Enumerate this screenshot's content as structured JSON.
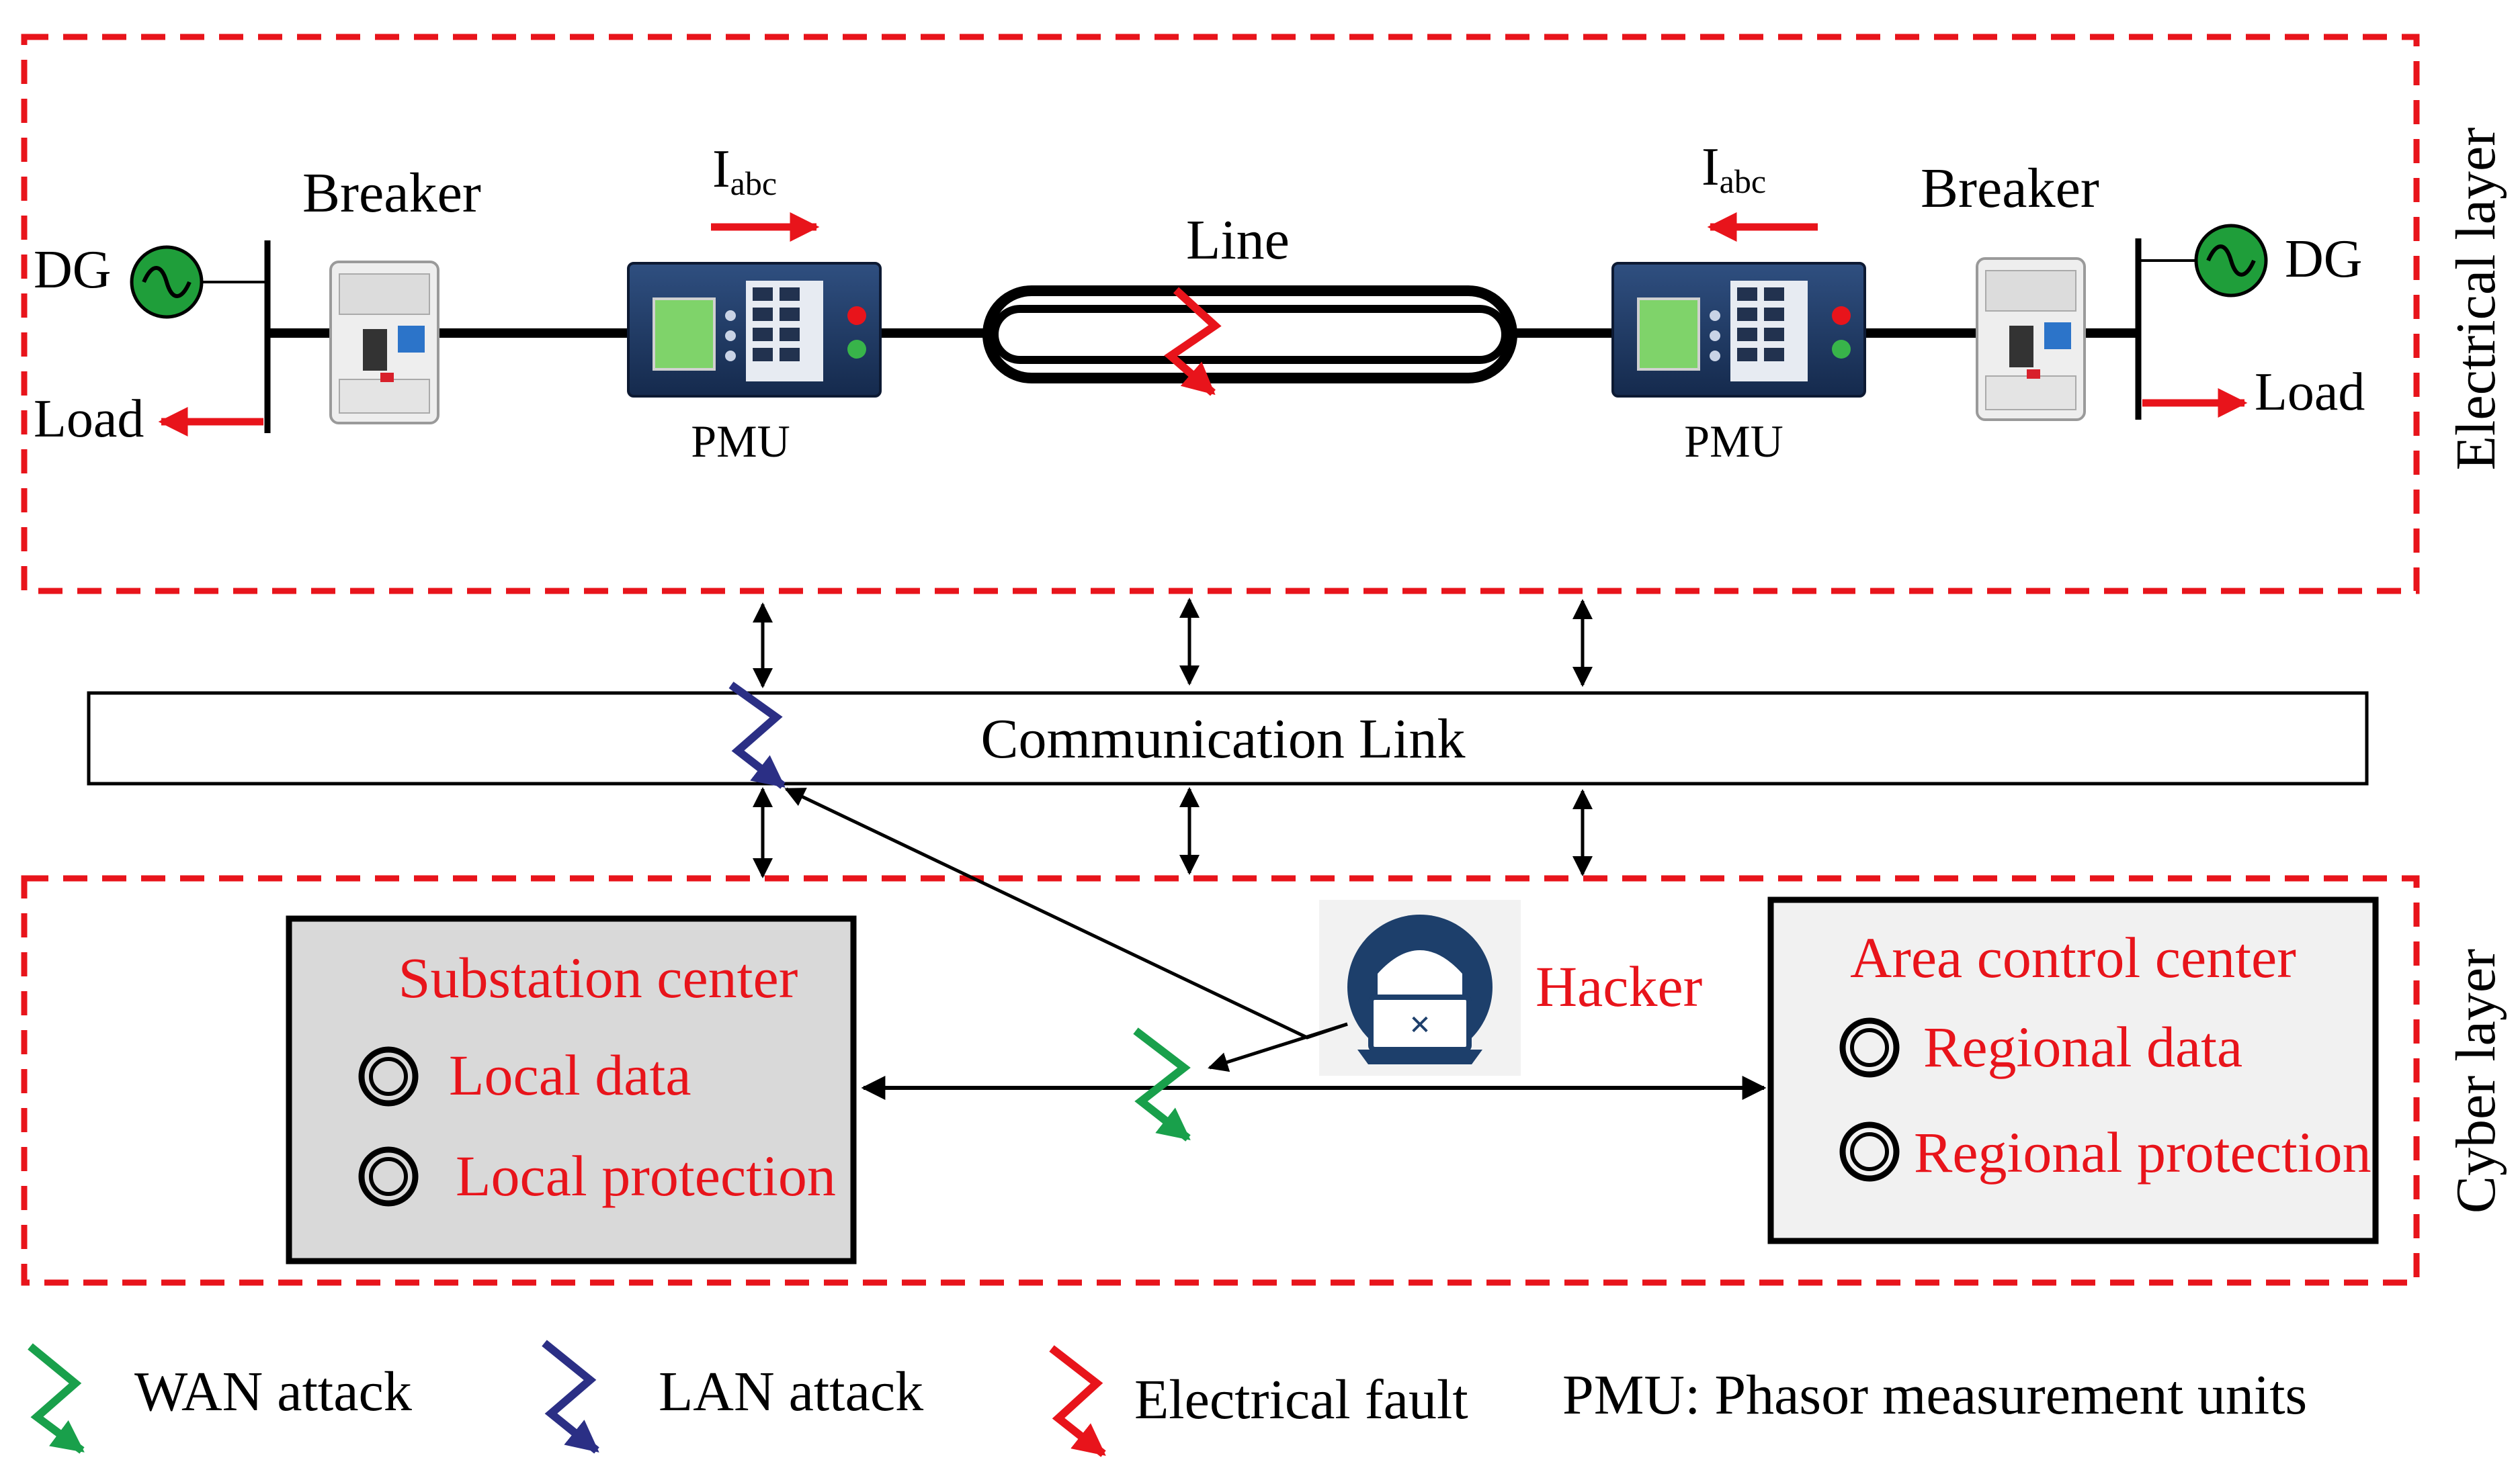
{
  "electrical_layer": {
    "side_label": "Electrical layer",
    "left": {
      "dg": "DG",
      "breaker": "Breaker",
      "load": "Load",
      "pmu": "PMU",
      "current_main": "I",
      "current_sub": "abc"
    },
    "right": {
      "dg": "DG",
      "breaker": "Breaker",
      "load": "Load",
      "pmu": "PMU",
      "current_main": "I",
      "current_sub": "abc"
    },
    "line_label": "Line"
  },
  "communication": {
    "label": "Communication Link"
  },
  "cyber_layer": {
    "side_label": "Cyber layer",
    "substation": {
      "title": "Substation center",
      "items": [
        "Local data",
        "Local protection"
      ]
    },
    "area_control": {
      "title": "Area control center",
      "items": [
        "Regional data",
        "Regional protection"
      ]
    },
    "hacker": "Hacker"
  },
  "legend": {
    "wan": "WAN attack",
    "lan": "LAN attack",
    "fault": "Electrical fault",
    "pmu_note": "PMU: Phasor measurement units"
  },
  "colors": {
    "red": "#e8141b",
    "green": "#19a04b",
    "navy": "#2b2f85",
    "dg_green": "#1f9e3a",
    "panel_gray": "#d9d9d9",
    "pmu_blue": "#1d3a66",
    "hacker_navy": "#1d3f6b"
  }
}
